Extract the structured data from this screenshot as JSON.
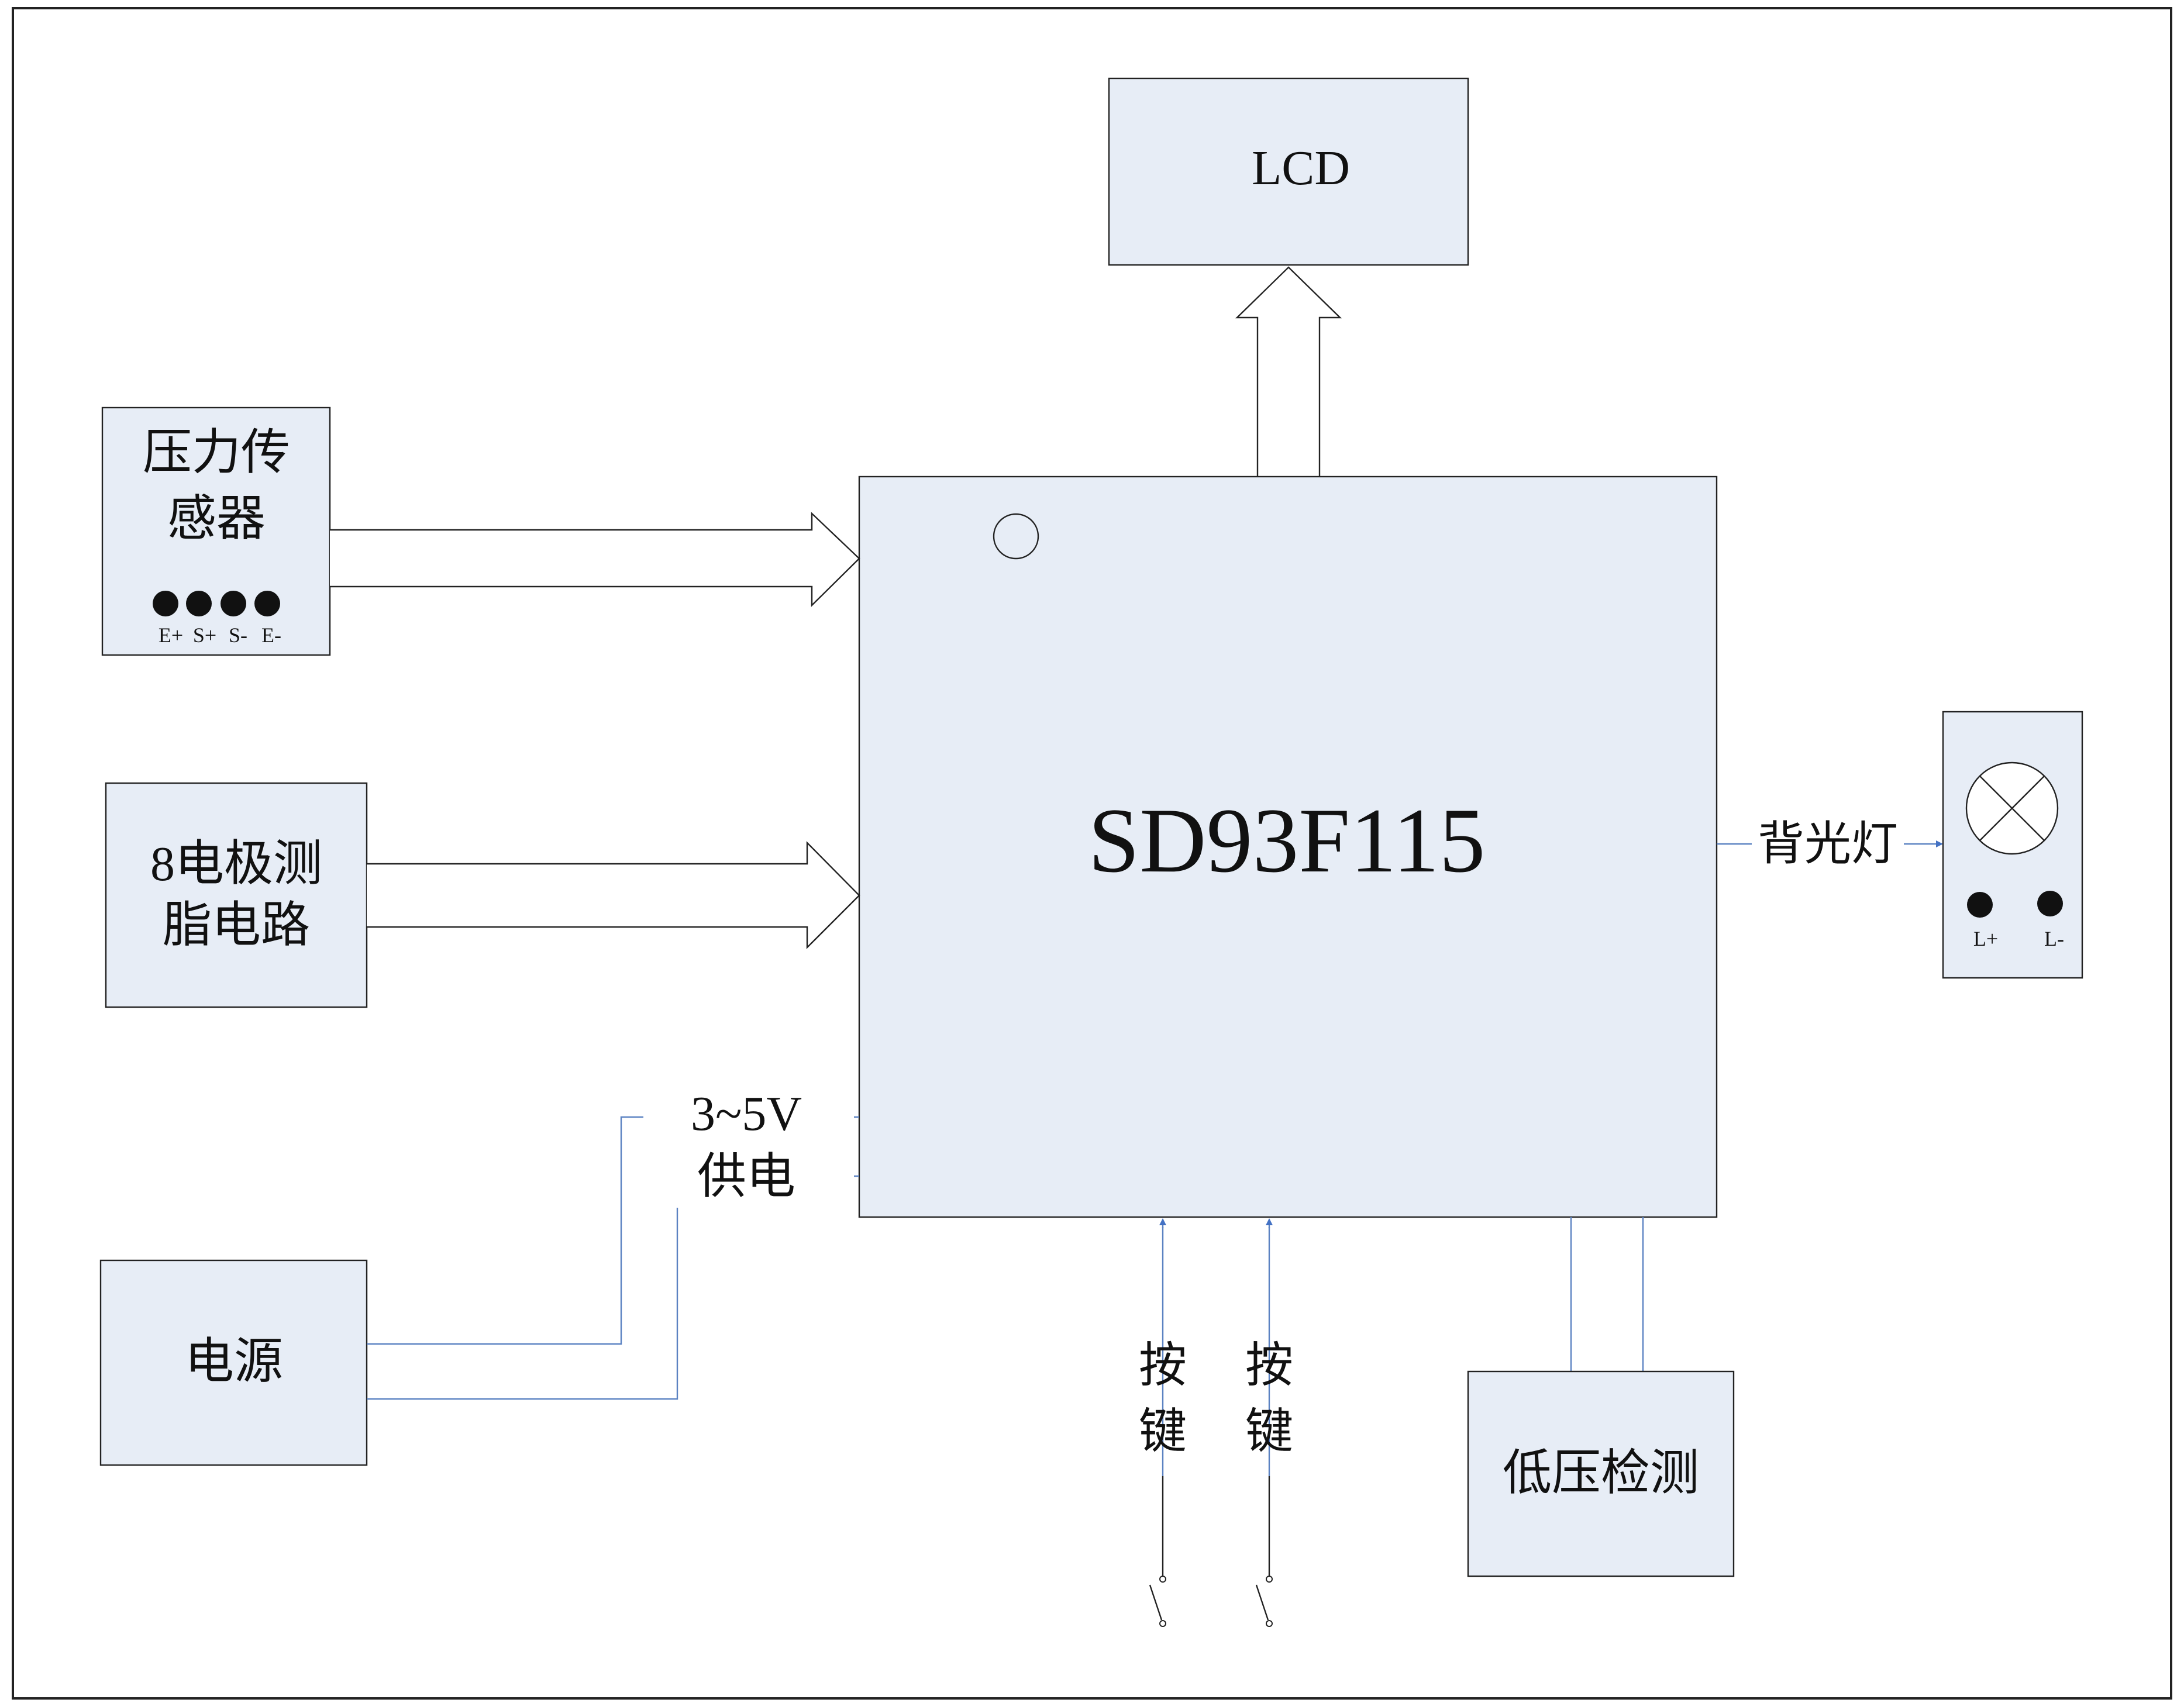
{
  "colors": {
    "block_fill": "#e7edf6",
    "block_border": "#222222",
    "signal_line": "#5b82c2",
    "arrow_head": "#4472c4",
    "text": "#111111"
  },
  "blocks": {
    "lcd": {
      "label": "LCD"
    },
    "mcu": {
      "label": "SD93F115"
    },
    "pressure_sensor": {
      "line1": "压力传",
      "line2": "感器",
      "pins": [
        "E+",
        "S+",
        "S-",
        "E-"
      ]
    },
    "body_fat": {
      "line1": "8电极测",
      "line2": "脂电路"
    },
    "power": {
      "label": "电源"
    },
    "low_voltage": {
      "label": "低压检测"
    },
    "backlight": {
      "pins": [
        "L+",
        "L-"
      ]
    }
  },
  "labels": {
    "supply_voltage": "3~5V",
    "supply_text": "供电",
    "backlight_text": "背光灯",
    "key1": [
      "按",
      "键"
    ],
    "key2": [
      "按",
      "键"
    ]
  },
  "icons": {
    "lamp": "lamp-icon",
    "switch": "switch-icon",
    "pin": "pin-dot-icon",
    "orientation": "pin1-marker-icon"
  }
}
